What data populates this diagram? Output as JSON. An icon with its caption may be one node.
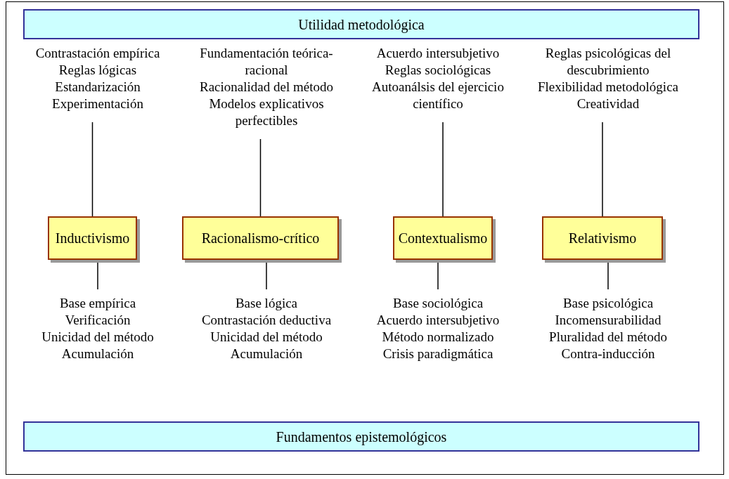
{
  "diagram": {
    "nodes": [
      {
        "text": [
          "Utilidad metodológica"
        ]
      },
      {
        "text": [
          "Contrastación empírica",
          "Reglas lógicas",
          "Estandarización",
          "Experimentación"
        ]
      },
      {
        "text": [
          "Fundamentación teórica-racional",
          "Racionalidad del método",
          "Modelos explicativos perfectibles"
        ]
      },
      {
        "text": [
          "Acuerdo intersubjetivo",
          "Reglas sociológicas",
          "Autoanálsis del ejercicio científico"
        ]
      },
      {
        "text": [
          "Reglas psicológicas del descubrimiento",
          "Flexibilidad metodológica",
          "Creatividad"
        ]
      },
      {
        "text": [
          "Inductivismo"
        ]
      },
      {
        "text": [
          "Racionalismo-crítico"
        ]
      },
      {
        "text": [
          "Contextualismo"
        ]
      },
      {
        "text": [
          "Relativismo"
        ]
      },
      {
        "text": [
          "Base empírica",
          "Verificación",
          "Unicidad del método",
          "Acumulación"
        ]
      },
      {
        "text": [
          "Base lógica",
          "Contrastación deductiva",
          "Unicidad del método",
          "Acumulación"
        ]
      },
      {
        "text": [
          "Base sociológica",
          "Acuerdo intersubjetivo",
          "Método normalizado",
          "Crisis paradigmática"
        ]
      },
      {
        "text": [
          "Base psicológica",
          "Incomensurabilidad",
          "Pluralidad del método",
          "Contra-inducción"
        ]
      },
      {
        "text": [
          "Fundamentos epistemológicos"
        ]
      }
    ],
    "edges": [
      {
        "from": 1,
        "to": 5,
        "arrow": "none"
      },
      {
        "from": 2,
        "to": 6,
        "arrow": "none"
      },
      {
        "from": 3,
        "to": 7,
        "arrow": "none"
      },
      {
        "from": 4,
        "to": 8,
        "arrow": "none"
      },
      {
        "from": 5,
        "to": 9,
        "arrow": "none"
      },
      {
        "from": 6,
        "to": 10,
        "arrow": "none"
      },
      {
        "from": 7,
        "to": 11,
        "arrow": "none"
      },
      {
        "from": 8,
        "to": 12,
        "arrow": "none"
      }
    ]
  }
}
